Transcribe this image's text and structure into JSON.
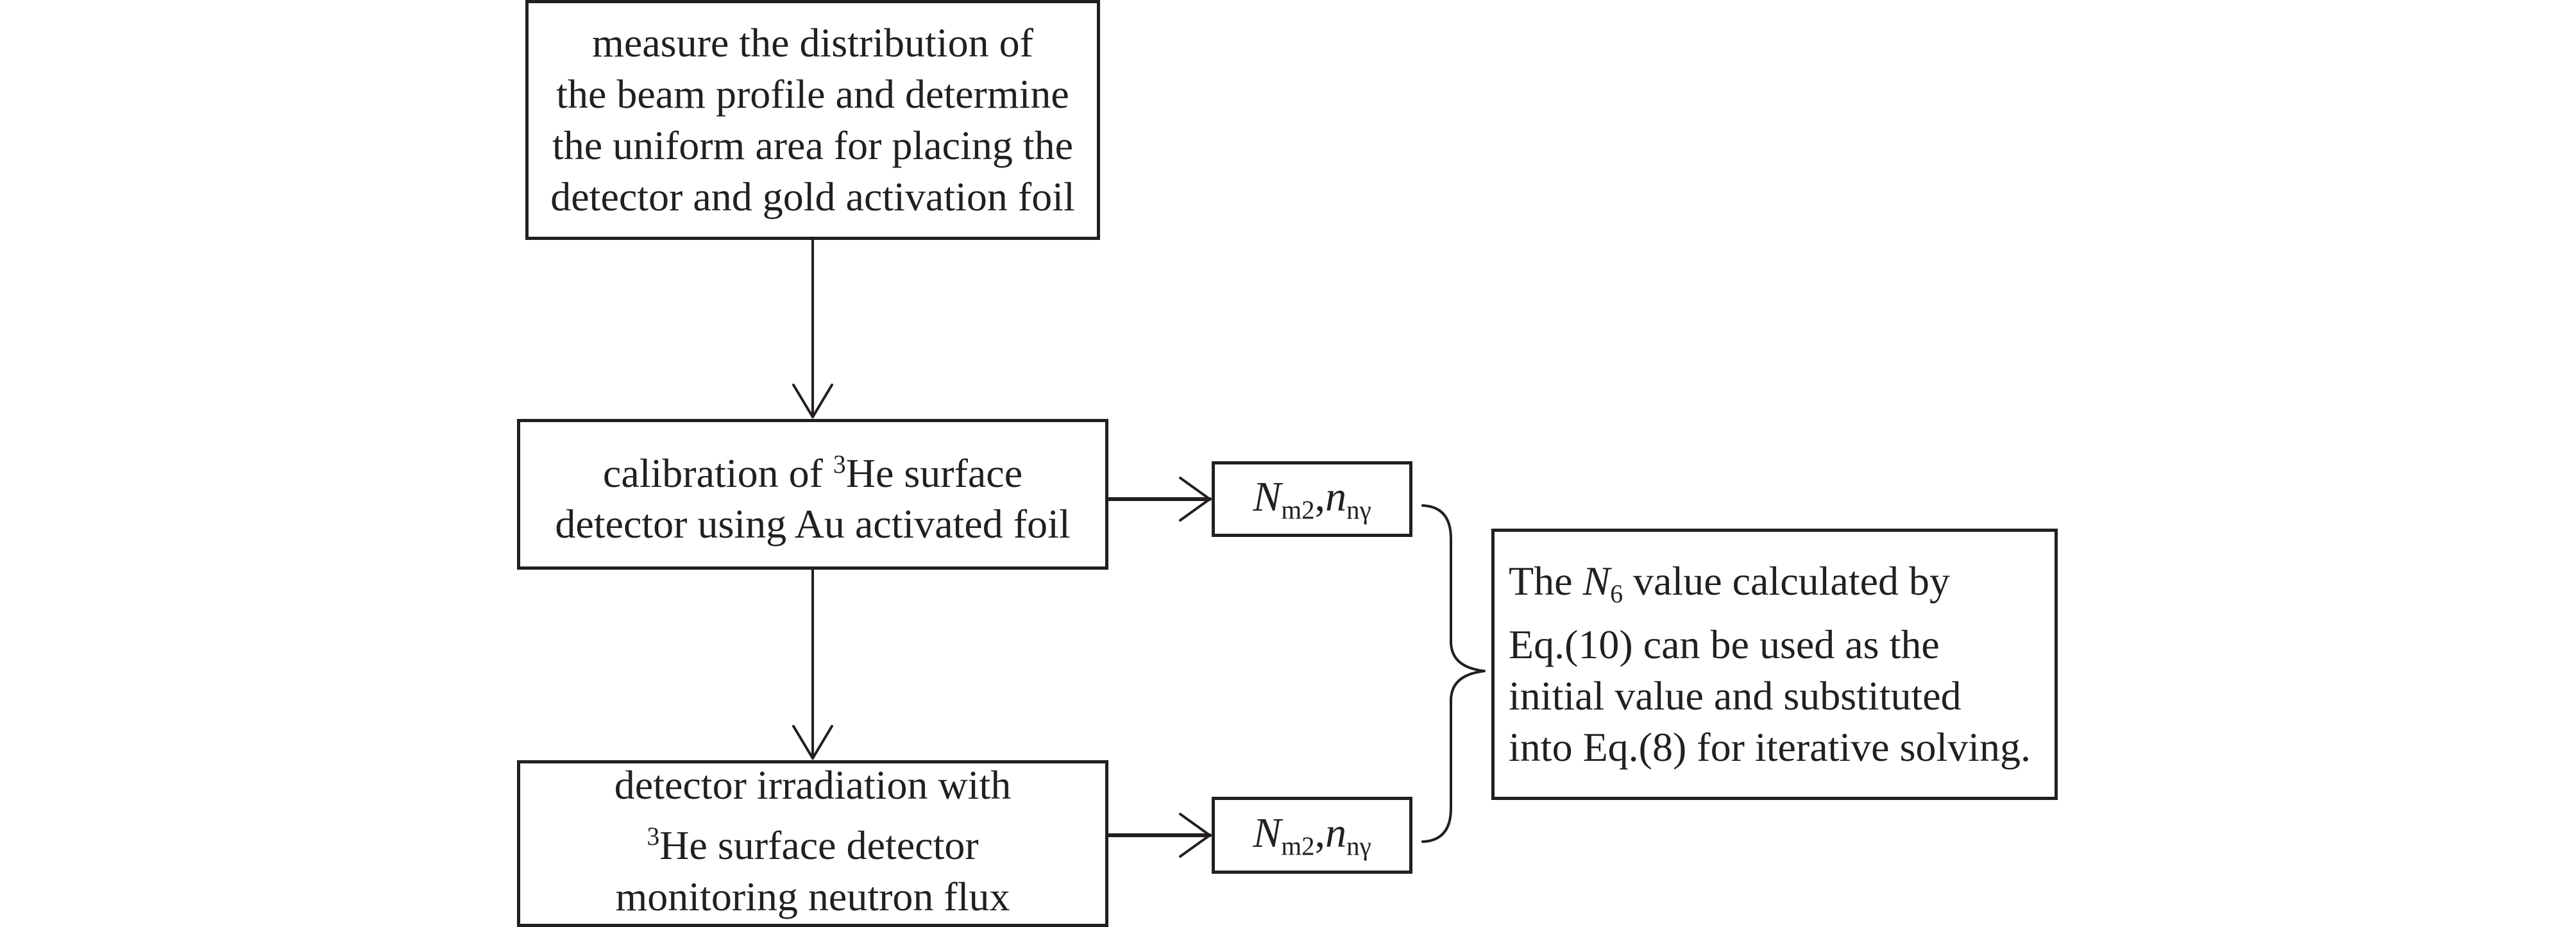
{
  "steps": [
    {
      "id": "step-1",
      "lines": [
        "measure the distribution of",
        "the beam profile and determine",
        "the uniform area for placing the",
        "detector and gold activation foil"
      ]
    },
    {
      "id": "step-2",
      "line1_pre": "calibration of ",
      "line1_sup": "3",
      "line1_post": "He surface",
      "line2": "detector using Au activated foil"
    },
    {
      "id": "step-3",
      "line1": "detector irradiation with",
      "line2_sup": "3",
      "line2_post": "He surface detector",
      "line3": "monitoring neutron flux"
    }
  ],
  "outputs": [
    {
      "var1": "N",
      "sub1": "m2",
      "sep": ",",
      "var2": "n",
      "sub2": "nγ"
    },
    {
      "var1": "N",
      "sub1": "m2",
      "sep": ",",
      "var2": "n",
      "sub2": "nγ"
    }
  ],
  "note": {
    "line1_pre": "The ",
    "line1_var": "N",
    "line1_sub": "6",
    "line1_post": " value calculated by",
    "line2": "Eq.(10) can be used as the",
    "line3": "initial value and substituted",
    "line4": "into Eq.(8) for iterative solving."
  },
  "colors": {
    "stroke": "#231f20",
    "background": "#ffffff"
  }
}
